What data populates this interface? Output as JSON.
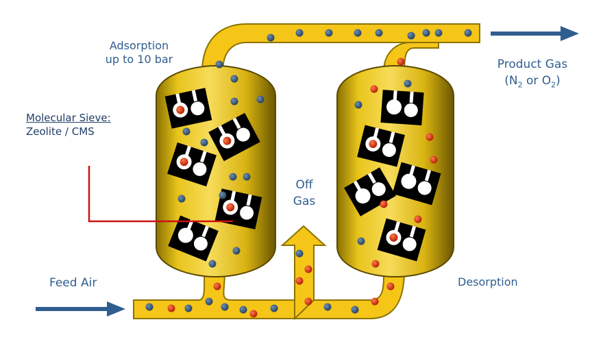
{
  "labels": {
    "adsorption_line1": "Adsorption",
    "adsorption_line2": "up to 10 bar",
    "sieve_title": "Molecular Sieve:",
    "sieve_sub": "Zeolite / CMS",
    "off_gas_line1": "Off",
    "off_gas_line2": "Gas",
    "product_gas_line1": "Product Gas",
    "product_gas_line2_prefix": "(N",
    "product_gas_sub1": "2",
    "product_gas_mid": " or O",
    "product_gas_sub2": "2",
    "product_gas_suffix": ")",
    "feed_air": "Feed Air",
    "desorption": "Desorption"
  },
  "colors": {
    "vessel_gold": "#e7c21a",
    "vessel_dark": "#6e5a00",
    "pipe_yellow": "#f5c518",
    "pipe_edge": "#8a7300",
    "arrow_blue": "#2f5d8f",
    "molecule_blue": "#2f4f70",
    "molecule_red": "#cc2a10",
    "pointer_red": "#cc1111",
    "sieve_black": "#000000"
  }
}
